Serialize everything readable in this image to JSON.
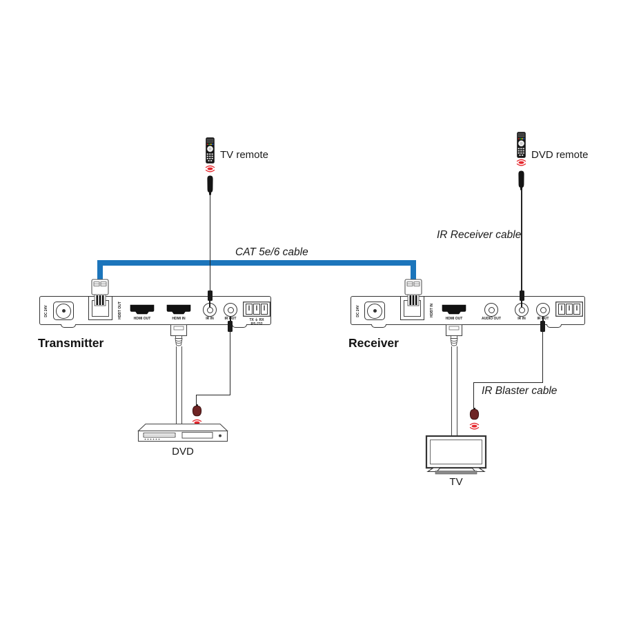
{
  "labels": {
    "tv_remote": "TV remote",
    "dvd_remote": "DVD remote",
    "ir_receiver_cable": "IR Receiver cable",
    "cat_cable": "CAT 5e/6 cable",
    "ir_blaster_cable": "IR Blaster cable",
    "dvd": "DVD",
    "tv": "TV"
  },
  "transmitter": {
    "title": "Transmitter",
    "ports": {
      "dc": "DC 24V",
      "hdbt": "HDBT OUT",
      "hdmi_out": "HDMI OUT",
      "hdmi_in": "HDMI IN",
      "ir_in": "IR IN",
      "ir_out": "IR OUT",
      "rs232_pins": "TX ⏚ RX",
      "rs232": "RS-232"
    }
  },
  "receiver": {
    "title": "Receiver",
    "ports": {
      "dc": "DC 24V",
      "hdbt": "HDBT IN",
      "hdmi_out": "HDMI OUT",
      "audio_out": "AUDIO OUT",
      "ir_in": "IR IN",
      "ir_out": "IR OUT"
    }
  },
  "colors": {
    "cat_cable_blue": "#1c75bb",
    "ir_red": "#e5262c",
    "blaster_maroon": "#6e2424",
    "outline_dark": "#333333"
  }
}
